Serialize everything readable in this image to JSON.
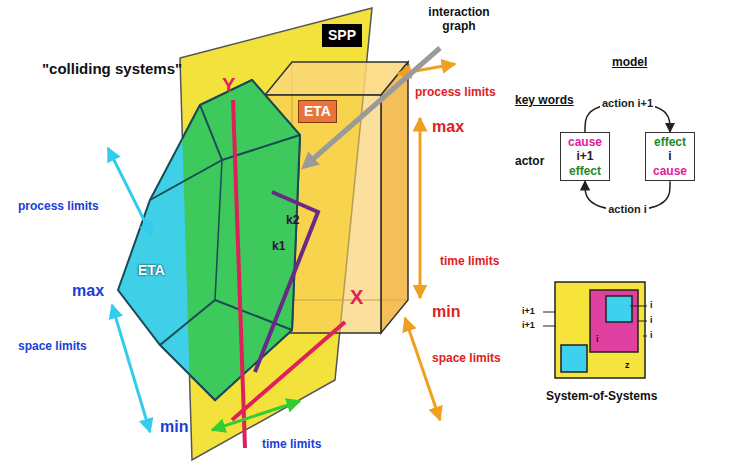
{
  "diagram": {
    "nodes": [
      {
        "text": [
          "SPP"
        ]
      },
      {
        "text": [
          "ETA"
        ]
      },
      {
        "text": [
          "cause",
          "i+1",
          "effect"
        ]
      },
      {
        "text": [
          "effect",
          "i",
          "cause"
        ]
      }
    ],
    "edges": [
      {
        "from": 2,
        "to": 3,
        "label": "action i+1",
        "arrow": "to"
      },
      {
        "from": 3,
        "to": 2,
        "label": "action i",
        "arrow": "to"
      }
    ],
    "labels": [
      "\"colliding systems\"",
      "interaction graph",
      "Y",
      "X",
      "k2",
      "k1",
      "ETA",
      "process limits",
      "max",
      "space limits",
      "min",
      "time limits",
      "process limits",
      "max",
      "time limits",
      "min",
      "space limits",
      "model",
      "key words",
      "actor",
      "i+1",
      "i+1",
      "i",
      "i",
      "i",
      "i",
      "z",
      "System-of-Systems"
    ]
  }
}
